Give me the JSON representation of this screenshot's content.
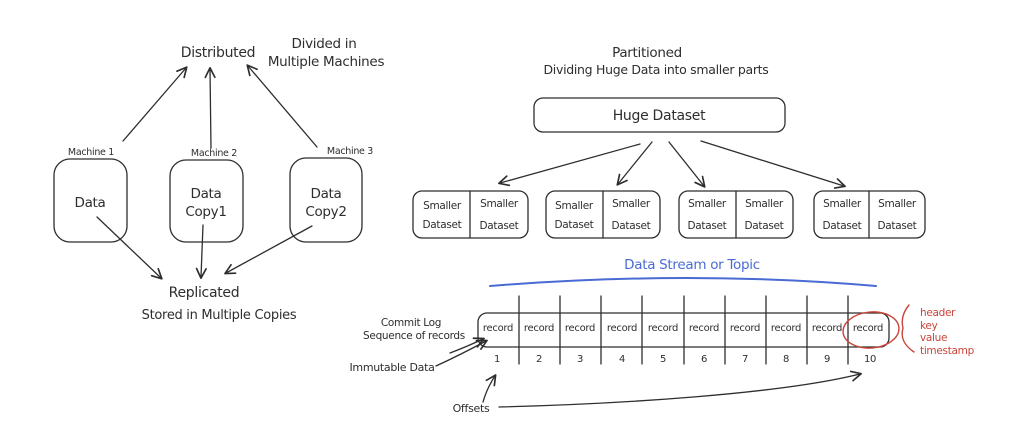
{
  "colors": {
    "ink": "#2e2e2e",
    "stream_accent": "#4a6bd4",
    "annotation_red": "#c9453a"
  },
  "replication": {
    "title": "Distributed",
    "note": {
      "line1": "Divided in",
      "line2": "Multiple Machines"
    },
    "machines": [
      {
        "label": "Machine 1",
        "content": [
          "Data"
        ]
      },
      {
        "label": "Machine 2",
        "content": [
          "Data",
          "Copy1"
        ]
      },
      {
        "label": "Machine 3",
        "content": [
          "Data",
          "Copy2"
        ]
      }
    ],
    "result_title": "Replicated",
    "result_subtitle": "Stored in Multiple Copies"
  },
  "partitioning": {
    "title": "Partitioned",
    "subtitle": "Dividing Huge Data into smaller parts",
    "source_label": "Huge Dataset",
    "partitions": [
      {
        "cells": [
          {
            "line1": "Smaller",
            "line2": "Dataset"
          },
          {
            "line1": "Smaller",
            "line2": "Dataset"
          }
        ]
      },
      {
        "cells": [
          {
            "line1": "Smaller",
            "line2": "Dataset"
          },
          {
            "line1": "Smaller",
            "line2": "Dataset"
          }
        ]
      },
      {
        "cells": [
          {
            "line1": "Smaller",
            "line2": "Dataset"
          },
          {
            "line1": "Smaller",
            "line2": "Dataset"
          }
        ]
      },
      {
        "cells": [
          {
            "line1": "Smaller",
            "line2": "Dataset"
          },
          {
            "line1": "Smaller",
            "line2": "Dataset"
          }
        ]
      }
    ]
  },
  "stream": {
    "title": "Data Stream or Topic",
    "log_label": {
      "line1": "Commit Log",
      "line2": "Sequence of records"
    },
    "immutable_label": "Immutable Data",
    "offsets_label": "Offsets",
    "records": [
      "record",
      "record",
      "record",
      "record",
      "record",
      "record",
      "record",
      "record",
      "record",
      "record"
    ],
    "offsets": [
      "1",
      "2",
      "3",
      "4",
      "5",
      "6",
      "7",
      "8",
      "9",
      "10"
    ],
    "record_annotation": {
      "lines": [
        "header",
        "key",
        "value",
        "timestamp"
      ]
    }
  }
}
